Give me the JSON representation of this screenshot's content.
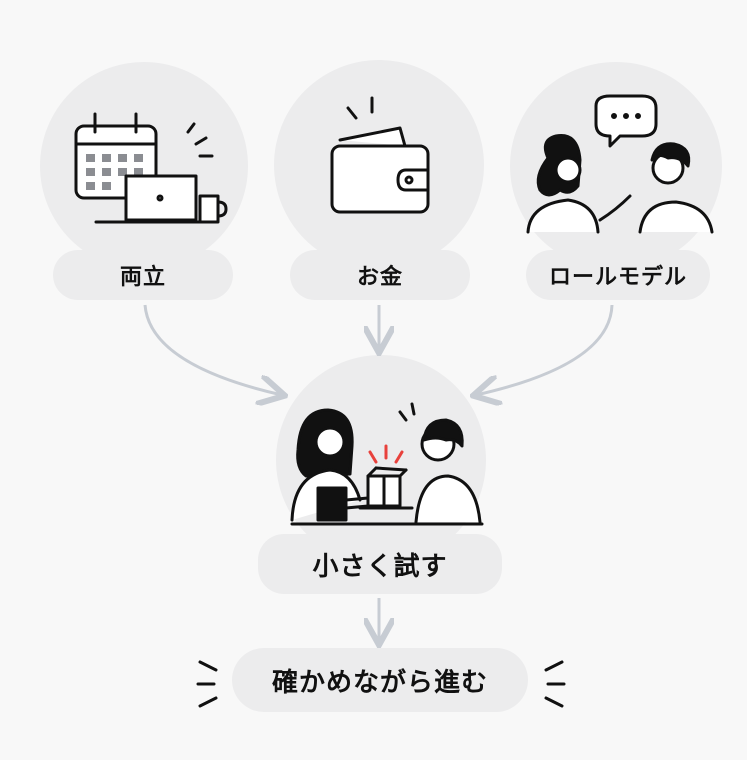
{
  "nodes": {
    "balance": {
      "label": "両立",
      "icon": "calendar-laptop-icon"
    },
    "money": {
      "label": "お金",
      "icon": "wallet-icon"
    },
    "role_model": {
      "label": "ロールモデル",
      "icon": "conversation-icon"
    },
    "try_small": {
      "label": "小さく試す",
      "icon": "handover-box-icon"
    },
    "advance": {
      "label": "確かめながら進む"
    }
  },
  "colors": {
    "background": "#f8f8f8",
    "bubble": "#ececed",
    "arrow": "#c7ccd3",
    "accent": "#e8413c",
    "ink": "#111111"
  }
}
